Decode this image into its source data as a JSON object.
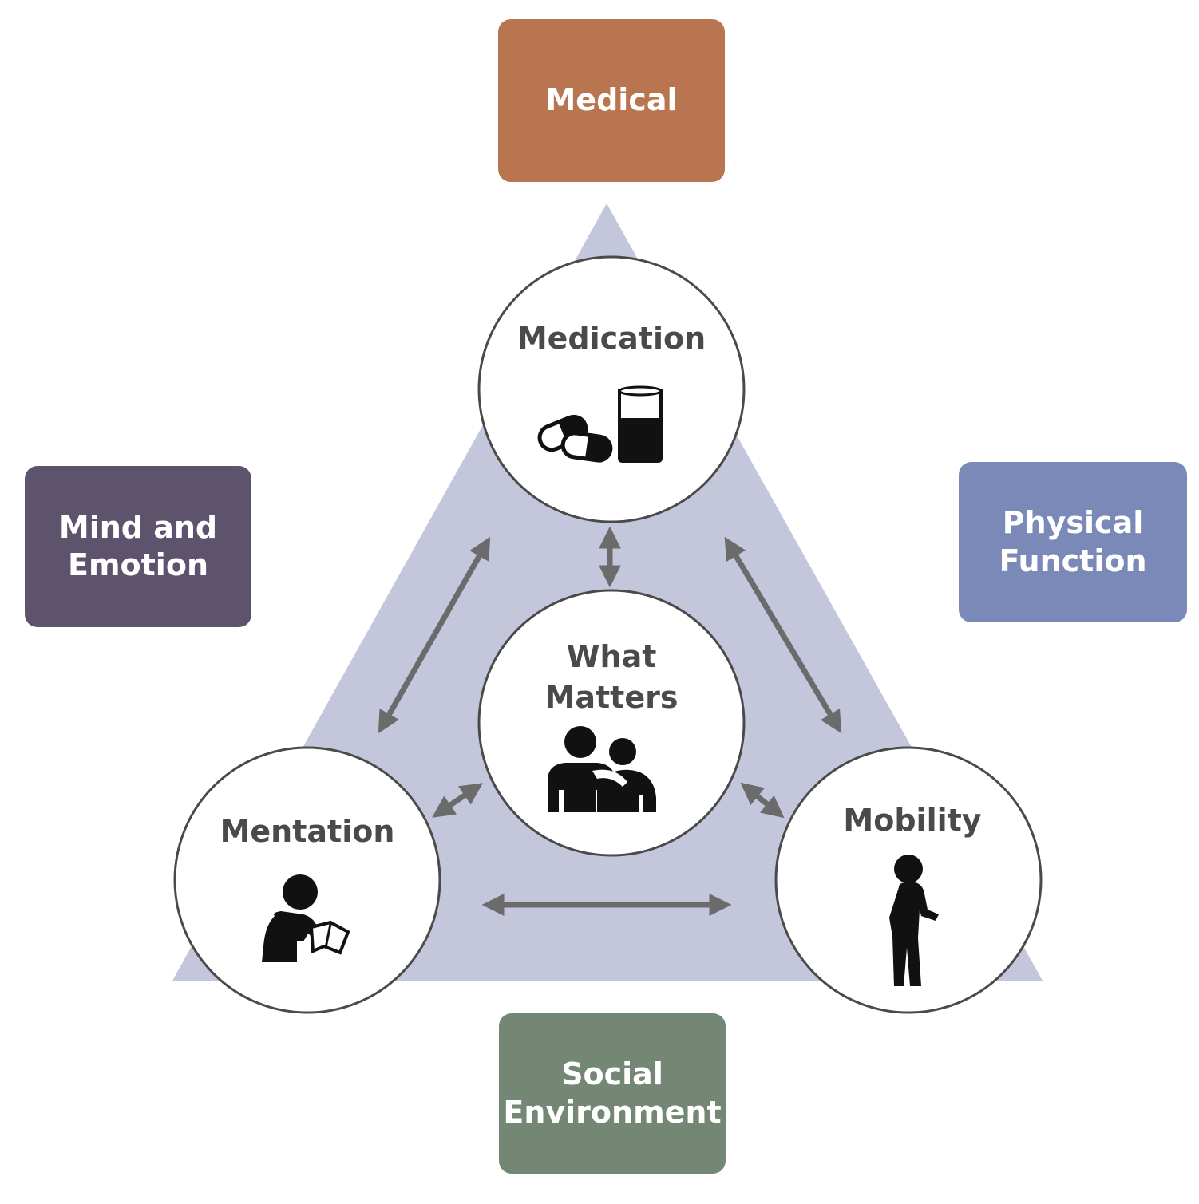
{
  "domains": {
    "medical": "Medical",
    "mind_and_emotion": [
      "Mind and",
      "Emotion"
    ],
    "physical_function": [
      "Physical",
      "Function"
    ],
    "social_environment": [
      "Social",
      "Environment"
    ]
  },
  "nodes": {
    "medication": "Medication",
    "what_matters": [
      "What",
      "Matters"
    ],
    "mentation": "Mentation",
    "mobility": "Mobility"
  },
  "icons": {
    "medication": "pills-and-glass-icon",
    "what_matters": "two-people-icon",
    "mentation": "person-reading-icon",
    "mobility": "person-walking-icon"
  },
  "colors": {
    "medical": "#b8754f",
    "mind_and_emotion": "#5e536c",
    "physical_function": "#7a89b8",
    "social_environment": "#738774",
    "triangle": "#c4c6dc",
    "arrow": "#6b6b6b"
  }
}
